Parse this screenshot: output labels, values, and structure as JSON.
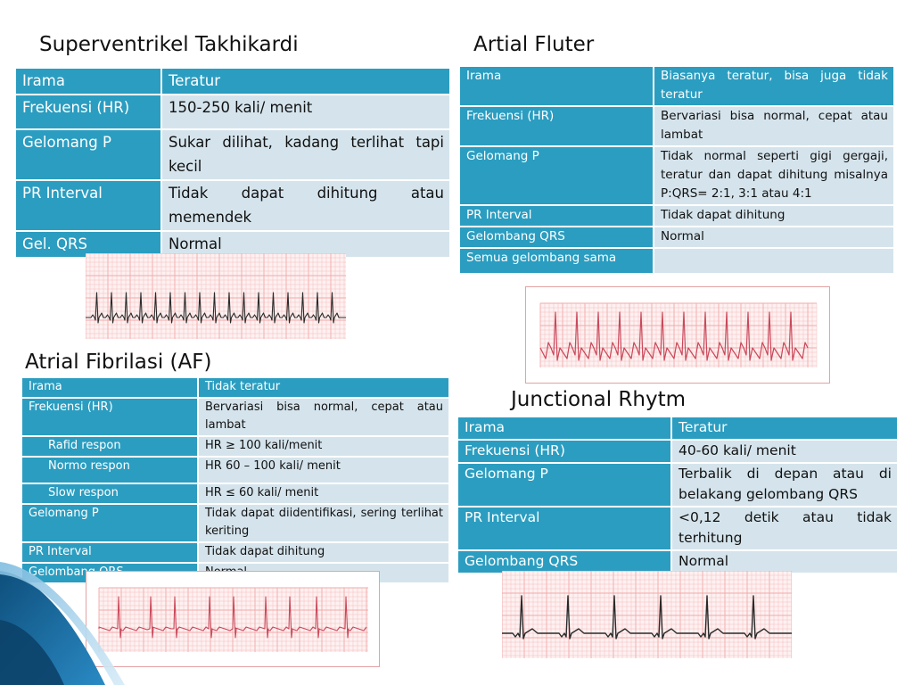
{
  "sections": {
    "svt": {
      "title": "Superventrikel Takhikardi",
      "rows": [
        {
          "k": "Irama",
          "v": "Teratur"
        },
        {
          "k": "Frekuensi (HR)",
          "v": "150-250 kali/ menit"
        },
        {
          "k": "Gelomang P",
          "v": "Sukar dilihat, kadang terlihat tapi kecil"
        },
        {
          "k": "PR Interval",
          "v": "Tidak dapat dihitung atau memendek"
        },
        {
          "k": "Gel. QRS",
          "v": "Normal"
        }
      ]
    },
    "flutter": {
      "title": "Artial Fluter",
      "rows": [
        {
          "k": "Irama",
          "v": "Biasanya teratur, bisa juga tidak teratur"
        },
        {
          "k": "Frekuensi (HR)",
          "v": "Bervariasi bisa normal, cepat atau lambat"
        },
        {
          "k": "Gelomang P",
          "v": "Tidak normal seperti gigi gergaji, teratur dan dapat dihitung misalnya P:QRS= 2:1, 3:1 atau 4:1"
        },
        {
          "k": "PR Interval",
          "v": "Tidak dapat dihitung"
        },
        {
          "k": "Gelombang QRS",
          "v": "Normal"
        },
        {
          "k": "Semua gelombang sama",
          "v": ""
        }
      ]
    },
    "af": {
      "title": "Atrial Fibrilasi (AF)",
      "rows": [
        {
          "k": "Irama",
          "v": "Tidak teratur"
        },
        {
          "k": "Frekuensi (HR)",
          "v": "Bervariasi bisa normal, cepat atau lambat"
        },
        {
          "k": "Rafid respon",
          "v": "HR ≥ 100 kali/menit"
        },
        {
          "k": "Normo respon",
          "v": "HR 60 – 100 kali/ menit"
        },
        {
          "k": "Slow respon",
          "v": "HR ≤ 60 kali/ menit"
        },
        {
          "k": "Gelomang P",
          "v": "Tidak dapat diidentifikasi, sering terlihat keriting"
        },
        {
          "k": "PR Interval",
          "v": "Tidak dapat dihitung"
        },
        {
          "k": "Gelombang QRS",
          "v": "Normal"
        }
      ]
    },
    "junctional": {
      "title": "Junctional Rhytm",
      "rows": [
        {
          "k": "Irama",
          "v": "Teratur"
        },
        {
          "k": "Frekuensi (HR)",
          "v": "40-60 kali/ menit"
        },
        {
          "k": "Gelomang P",
          "v": "Terbalik di depan atau di belakang gelombang QRS"
        },
        {
          "k": "PR Interval",
          "v": "<0,12 detik atau tidak terhitung"
        },
        {
          "k": "Gelombang QRS",
          "v": "Normal"
        }
      ]
    }
  },
  "colors": {
    "header_blue": "#2b9dc0",
    "row_light": "#d5e4ec",
    "ecg_grid": "#f2a9a9",
    "ecg_trace_red": "#c9485a",
    "ecg_trace_dark": "#2a2a2a",
    "deco_blue": "#1f6fa3"
  }
}
